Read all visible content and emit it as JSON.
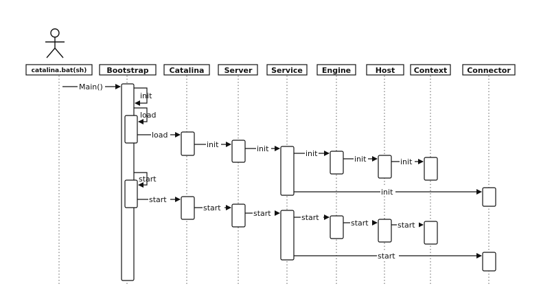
{
  "diagram": {
    "type": "sequence",
    "participants": [
      {
        "id": "catalina_bat",
        "label": "catalina.bat(sh)",
        "actor": true
      },
      {
        "id": "bootstrap",
        "label": "Bootstrap"
      },
      {
        "id": "catalina",
        "label": "Catalina"
      },
      {
        "id": "server",
        "label": "Server"
      },
      {
        "id": "service",
        "label": "Service"
      },
      {
        "id": "engine",
        "label": "Engine"
      },
      {
        "id": "host",
        "label": "Host"
      },
      {
        "id": "context",
        "label": "Context"
      },
      {
        "id": "connector",
        "label": "Connector"
      }
    ],
    "messages": [
      {
        "from": "catalina_bat",
        "to": "bootstrap",
        "label": "Main()"
      },
      {
        "from": "bootstrap",
        "to": "bootstrap",
        "label": "init"
      },
      {
        "from": "bootstrap",
        "to": "bootstrap",
        "label": "load"
      },
      {
        "from": "bootstrap",
        "to": "catalina",
        "label": "load"
      },
      {
        "from": "catalina",
        "to": "server",
        "label": "init"
      },
      {
        "from": "server",
        "to": "service",
        "label": "init"
      },
      {
        "from": "service",
        "to": "engine",
        "label": "init"
      },
      {
        "from": "engine",
        "to": "host",
        "label": "init"
      },
      {
        "from": "host",
        "to": "context",
        "label": "init"
      },
      {
        "from": "service",
        "to": "connector",
        "label": "init"
      },
      {
        "from": "bootstrap",
        "to": "bootstrap",
        "label": "start"
      },
      {
        "from": "bootstrap",
        "to": "catalina",
        "label": "start"
      },
      {
        "from": "catalina",
        "to": "server",
        "label": "start"
      },
      {
        "from": "server",
        "to": "service",
        "label": "start"
      },
      {
        "from": "service",
        "to": "engine",
        "label": "start"
      },
      {
        "from": "engine",
        "to": "host",
        "label": "start"
      },
      {
        "from": "host",
        "to": "context",
        "label": "start"
      },
      {
        "from": "service",
        "to": "connector",
        "label": "start"
      }
    ]
  }
}
